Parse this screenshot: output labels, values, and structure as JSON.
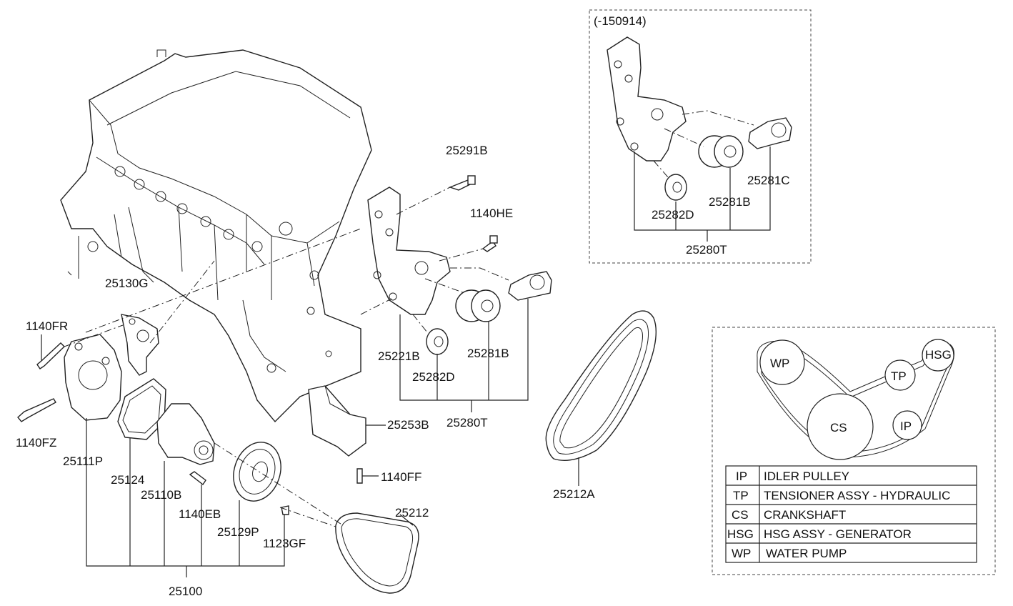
{
  "parts": {
    "p25291B": "25291B",
    "p1140HE": "1140HE",
    "p25130G": "25130G",
    "p1140FR": "1140FR",
    "p1140FZ": "1140FZ",
    "p25111P": "25111P",
    "p25124": "25124",
    "p25110B": "25110B",
    "p1140EB": "1140EB",
    "p25129P": "25129P",
    "p1123GF": "1123GF",
    "p25212": "25212",
    "p25100": "25100",
    "p25221B": "25221B",
    "p25282D": "25282D",
    "p25281B": "25281B",
    "p25280T": "25280T",
    "p25253B": "25253B",
    "p1140FF": "1140FF",
    "p25212A": "25212A"
  },
  "inset": {
    "range": "(-150914)",
    "p25281C": "25281C",
    "p25281B": "25281B",
    "p25282D": "25282D",
    "p25280T": "25280T"
  },
  "belt_routing": {
    "pulleys": {
      "wp": "WP",
      "tp": "TP",
      "hsg": "HSG",
      "cs": "CS",
      "ip": "IP"
    },
    "legend": [
      {
        "code": "IP",
        "desc": "IDLER PULLEY"
      },
      {
        "code": "TP",
        "desc": "TENSIONER ASSY - HYDRAULIC"
      },
      {
        "code": "CS",
        "desc": "CRANKSHAFT"
      },
      {
        "code": "HSG",
        "desc": "HSG ASSY - GENERATOR"
      },
      {
        "code": "WP",
        "desc": "WATER PUMP"
      }
    ]
  }
}
